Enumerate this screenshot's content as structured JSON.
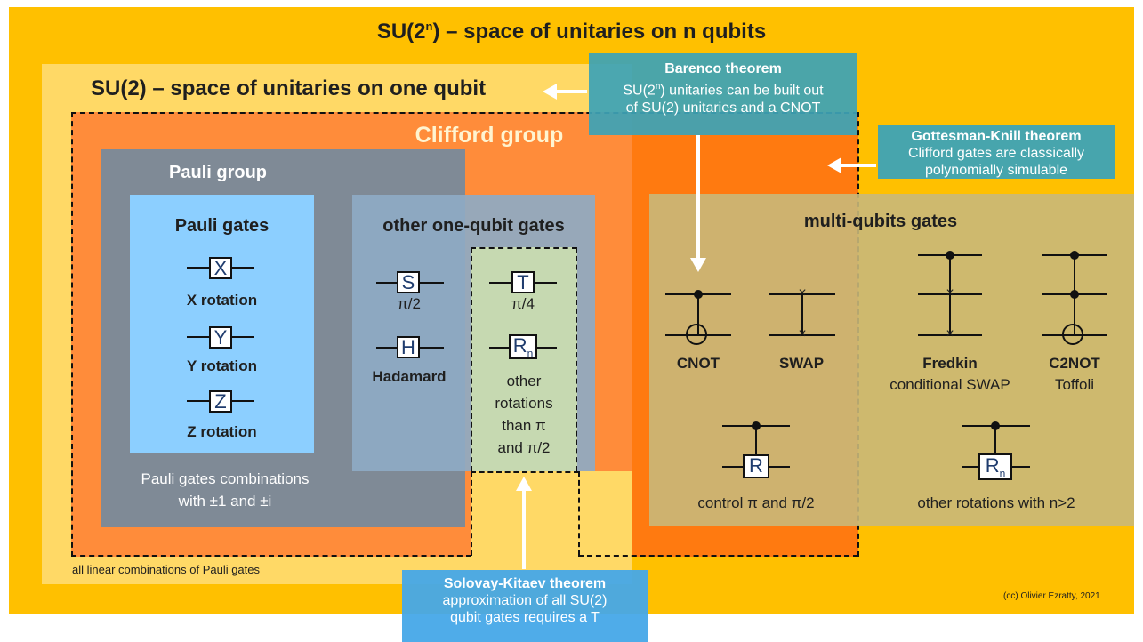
{
  "colors": {
    "sun_bg": "#ffc000",
    "su2_bg": "#ffd966",
    "clifford_bg": "#ff8c3a",
    "clifford_dark": "#ff7a10",
    "pauli_group_bg": "#7f8a96",
    "pauli_gates_bg": "#8ccfff",
    "other_gates_bg": "#8eaac4",
    "multi_bg": "#c9b87a",
    "callout_teal": "#3da3b6",
    "callout_blue": "#46a8e8"
  },
  "titles": {
    "sun": "SU(2",
    "sun_sup": "n",
    "sun_rest": ") – space of unitaries on n qubits",
    "su2": "SU(2) – space of unitaries on one qubit",
    "clifford": "Clifford group",
    "pauli_group": "Pauli group",
    "pauli_gates": "Pauli gates",
    "other_gates": "other one-qubit gates",
    "multi_gates": "multi-qubits gates"
  },
  "pauli": {
    "x_gate": "X",
    "x_label": "X rotation",
    "y_gate": "Y",
    "y_label": "Y rotation",
    "z_gate": "Z",
    "z_label": "Z rotation",
    "combinations_line1": "Pauli gates combinations",
    "combinations_line2": "with ±1 and ±i"
  },
  "other": {
    "s_gate": "S",
    "s_label": "π/2",
    "h_gate": "H",
    "h_label": "Hadamard",
    "t_gate": "T",
    "t_label": "π/4",
    "r_gate": "R",
    "r_sub": "n",
    "r_label_1": "other",
    "r_label_2": "rotations",
    "r_label_3": "than π",
    "r_label_4": "and π/2"
  },
  "multi": {
    "cnot": "CNOT",
    "swap": "SWAP",
    "fredkin": "Fredkin",
    "fredkin_sub": "conditional SWAP",
    "c2not": "C2NOT",
    "c2not_sub": "Toffoli",
    "control_r_gate": "R",
    "control_r_label": "control π and π/2",
    "rn_gate": "R",
    "rn_sub": "n",
    "rn_label": "other rotations with n>2"
  },
  "callouts": {
    "barenco_title": "Barenco theorem",
    "barenco_l1": "SU(2",
    "barenco_l1_sup": "n",
    "barenco_l1_rest": ") unitaries can be built out",
    "barenco_l2": "of SU(2) unitaries and a CNOT",
    "gk_title": "Gottesman-Knill theorem",
    "gk_l1": "Clifford gates are classically",
    "gk_l2": "polynomially simulable",
    "sk_title": "Solovay-Kitaev theorem",
    "sk_l1": "approximation of all SU(2)",
    "sk_l2": "qubit gates requires a T"
  },
  "footer": {
    "linear_combinations": "all linear combinations of Pauli gates",
    "credit": "(cc) Olivier Ezratty, 2021"
  }
}
